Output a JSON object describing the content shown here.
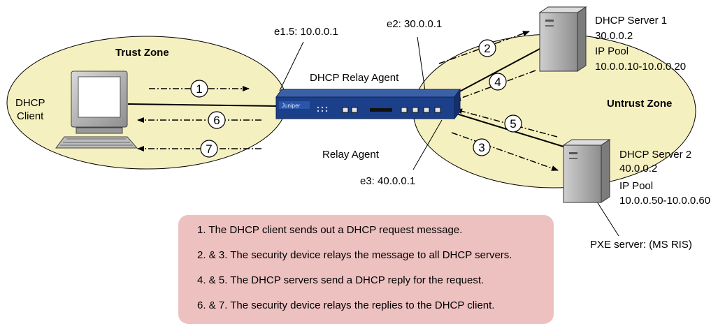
{
  "zones": {
    "trust": "Trust Zone",
    "untrust": "Untrust Zone"
  },
  "client": {
    "line1": "DHCP",
    "line2": "Client"
  },
  "relay": {
    "title": "DHCP Relay Agent",
    "subtitle": "Relay Agent",
    "brand": "Juniper"
  },
  "interfaces": {
    "e1_5": "e1.5: 10.0.0.1",
    "e2": "e2: 30.0.0.1",
    "e3": "e3: 40.0.0.1"
  },
  "server1": {
    "name": "DHCP Server 1",
    "ip": "30.0.0.2",
    "pool_label": "IP Pool",
    "pool_range": "10.0.0.10-10.0.0.20"
  },
  "server2": {
    "name": "DHCP Server 2",
    "ip": "40.0.0.2",
    "pool_label": "IP Pool",
    "pool_range": "10.0.0.50-10.0.0.60"
  },
  "pxe": "PXE server: (MS RIS)",
  "steps": {
    "s1": "1",
    "s2": "2",
    "s3": "3",
    "s4": "4",
    "s5": "5",
    "s6": "6",
    "s7": "7"
  },
  "notes": [
    "1. The DHCP client sends out a DHCP request message.",
    "2. & 3. The security device relays the message to all DHCP servers.",
    "4. & 5. The DHCP servers send a DHCP reply for the request.",
    "6. & 7. The security device relays the replies to the DHCP client."
  ],
  "colors": {
    "zone_fill": "#f5f0c0",
    "device_blue": "#1c3f8a",
    "notes_bg": "#eec1c1"
  }
}
